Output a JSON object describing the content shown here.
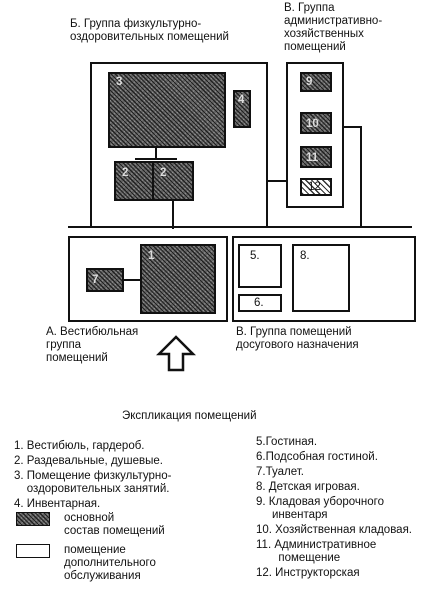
{
  "groups": {
    "b": "Б. Группа физкультурно-\nоздоровительных помещений",
    "v": "В. Группа\nадминистративно-\nхозяйственных\nпомещений",
    "a": "А. Вестибюльная\nгруппа\nпомещений",
    "g": "В. Группа помещений\nдосугового назначения"
  },
  "rooms": {
    "r1": "1",
    "r2": "2",
    "r3": "3",
    "r4": "4",
    "r5": "5.",
    "r6": "6.",
    "r7": "7",
    "r8": "8.",
    "r9": "9",
    "r10": "10",
    "r11": "11",
    "r12": "12",
    "r2b": "2"
  },
  "explication": {
    "title": "Экспликация помещений",
    "left": [
      "1. Вестибюль, гардероб.",
      "2. Раздевальные, душевые.",
      "3. Помещение физкультурно-\n    оздоровительных занятий.",
      "4. Инвентарная."
    ],
    "right": [
      "5.Гостиная.",
      "6.Подсобная гостиной.",
      "7.Туалет.",
      "8. Детская игровая.",
      "9. Кладовая уборочного\n     инвентаря",
      "10. Хозяйственная кладовая.",
      "11. Административное\n       помещение",
      "12. Инструкторская"
    ],
    "legend_main": "основной\nсостав помещений",
    "legend_extra": "помещение\nдополнительного\nобслуживания"
  },
  "icons": {
    "arrow": "up-arrow-icon"
  }
}
